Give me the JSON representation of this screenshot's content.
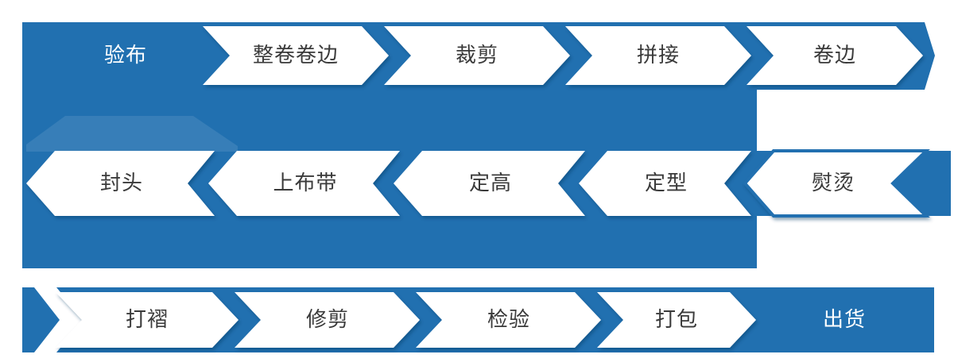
{
  "diagram": {
    "type": "process-flow-snake",
    "description_note": "textile production process flow, 3 rows, S-shaped direction",
    "colors": {
      "primary_blue": "#2170B0",
      "label_dark": "#3a3a3a",
      "label_light": "#ffffff",
      "background": "#ffffff"
    },
    "rows": [
      {
        "direction": "right",
        "steps": [
          {
            "label": "验布",
            "style": "text-on-blue"
          },
          {
            "label": "整卷卷边",
            "style": "white-arrow"
          },
          {
            "label": "裁剪",
            "style": "white-arrow"
          },
          {
            "label": "拼接",
            "style": "white-arrow"
          },
          {
            "label": "卷边",
            "style": "white-arrow"
          }
        ]
      },
      {
        "direction": "left",
        "steps": [
          {
            "label": "熨烫",
            "style": "white-arrow-outlined"
          },
          {
            "label": "定型",
            "style": "white-arrow"
          },
          {
            "label": "定高",
            "style": "white-arrow"
          },
          {
            "label": "上布带",
            "style": "white-arrow"
          },
          {
            "label": "封头",
            "style": "white-arrow"
          }
        ]
      },
      {
        "direction": "right",
        "steps": [
          {
            "label": "打褶",
            "style": "white-arrow"
          },
          {
            "label": "修剪",
            "style": "white-arrow"
          },
          {
            "label": "检验",
            "style": "white-arrow"
          },
          {
            "label": "打包",
            "style": "white-arrow"
          },
          {
            "label": "出货",
            "style": "text-on-blue"
          }
        ]
      }
    ]
  }
}
